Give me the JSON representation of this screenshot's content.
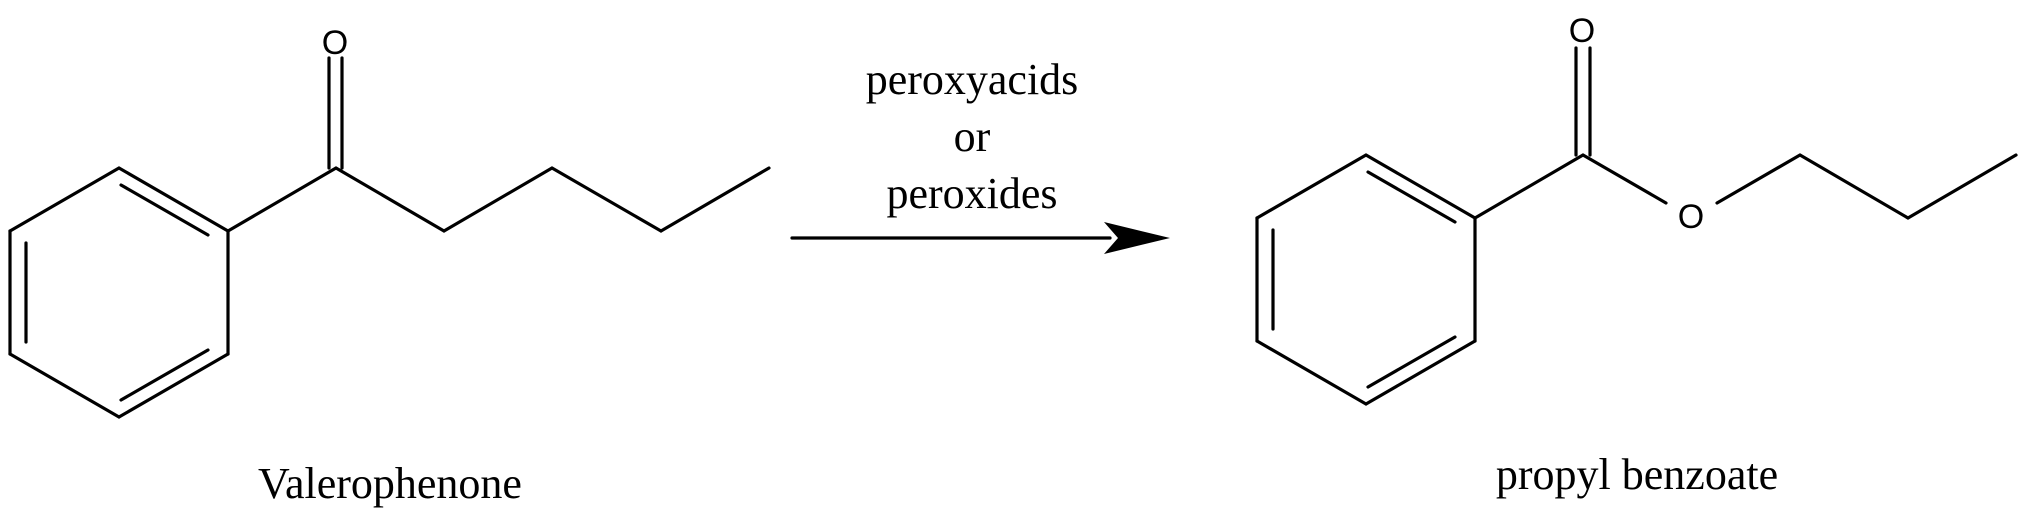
{
  "reactant": {
    "name": "Valerophenone",
    "atoms": {
      "carbonyl_oxygen": "O"
    }
  },
  "conditions": {
    "line1": "peroxyacids",
    "line2": "or",
    "line3": "peroxides"
  },
  "product": {
    "name": "propyl benzoate",
    "atoms": {
      "carbonyl_oxygen": "O",
      "ester_oxygen": "O"
    }
  }
}
